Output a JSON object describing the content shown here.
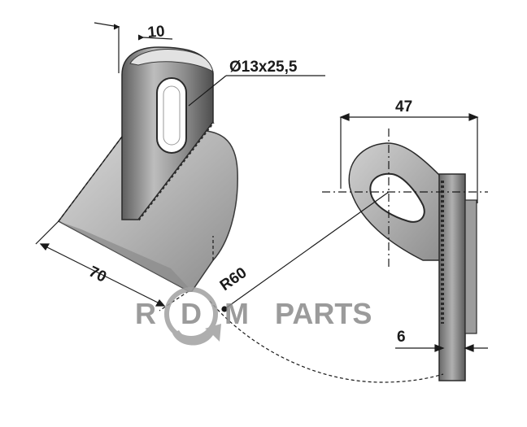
{
  "labels": {
    "width_10": "10",
    "slot": "Ø13x25,5",
    "width_47": "47",
    "length_70": "70",
    "radius": "R60",
    "thickness_6": "6"
  },
  "brand": {
    "letter_r": "R",
    "letter_d": "D",
    "letter_m": "M",
    "word": "PARTS"
  },
  "colors": {
    "ink": "#1a1a1a",
    "body_light": "#c8c8c8",
    "body_mid": "#9a9a9a",
    "body_dark": "#6e6e6e",
    "brand": "#8a8a8a"
  }
}
